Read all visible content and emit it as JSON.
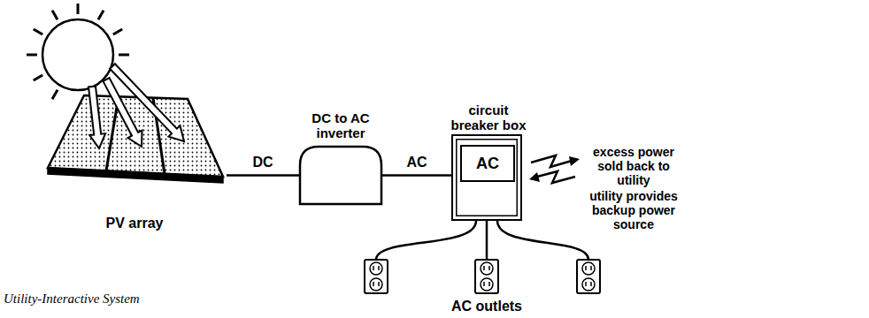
{
  "diagram": {
    "caption": "Utility-Interactive System",
    "nodes": [
      {
        "text": [
          "PV array"
        ]
      },
      {
        "text": [
          "DC to AC inverter"
        ]
      },
      {
        "text": [
          "circuit breaker box"
        ]
      },
      {
        "text": [
          "AC"
        ],
        "in": 2
      }
    ],
    "edges": [
      {
        "from": 0,
        "to": 1,
        "arrow": "none",
        "label": "DC"
      },
      {
        "from": 1,
        "to": 2,
        "arrow": "none",
        "label": "AC"
      }
    ],
    "labels": [
      "excess power sold back to utility",
      "utility provides backup power source",
      "AC outlets"
    ]
  }
}
